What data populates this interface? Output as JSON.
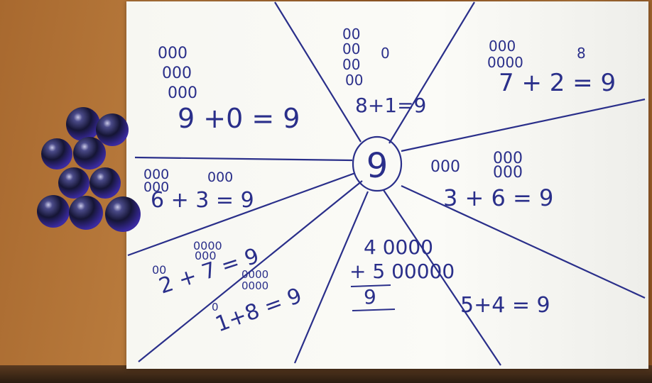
{
  "center_number": "9",
  "sections": {
    "top_left": {
      "equation": "9 +0 = 9",
      "dots": "000 / 000 / 000"
    },
    "top_mid": {
      "equation": "8+1=9",
      "dots": "00 00 00 00  0"
    },
    "top_right": {
      "equation": "7 + 2 = 9",
      "dots": "000 0000  8"
    },
    "mid_left": {
      "equation": "6 + 3 = 9",
      "dots": "000 000  000"
    },
    "mid_right": {
      "equation": "3 + 6 = 9",
      "dots": "000  000 000"
    },
    "low_left1": {
      "equation": "2 + 7 = 9",
      "dots": "00  0000 000"
    },
    "low_left2": {
      "equation": "1+8 = 9",
      "dots": "0  0000 0000"
    },
    "low_mid": {
      "line1": "4 0000",
      "line2": "+ 5 00000",
      "line3": "9"
    },
    "low_right": {
      "equation": "5+4 = 9"
    }
  },
  "colors": {
    "ink": "#2a2f8a",
    "paper": "#f8f8f4",
    "table": "#a8692f",
    "marble": "#1a1840"
  }
}
